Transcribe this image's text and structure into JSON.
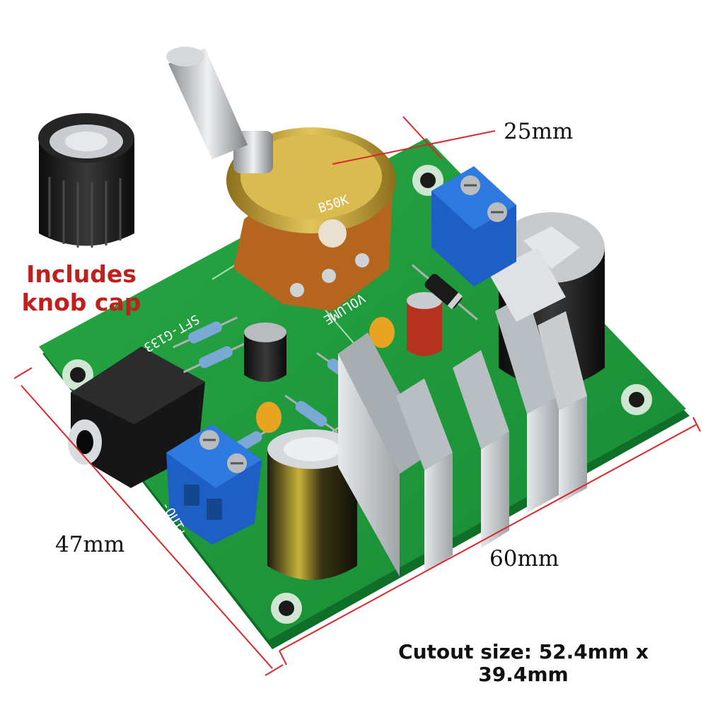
{
  "annotations": {
    "knob_note_line1": "Includes",
    "knob_note_line2": "knob cap",
    "height_label": "25mm",
    "width_label": "47mm",
    "length_label": "60mm",
    "cutout_line1": "Cutout size: 52.4mm x",
    "cutout_line2": "39.4mm"
  },
  "board_markings": {
    "potentiometer_value": "B50K",
    "volume_label": "VOLUME",
    "model": "SFT-G133",
    "output_label": "-OUT+"
  },
  "colors": {
    "pcb": "#1f9a3c",
    "terminal": "#1d5fc4",
    "heatsink": "#cfd3d6",
    "brass": "#c9a83a",
    "knob_note_text": "#c0201c",
    "dimension_line": "#d9282a"
  }
}
